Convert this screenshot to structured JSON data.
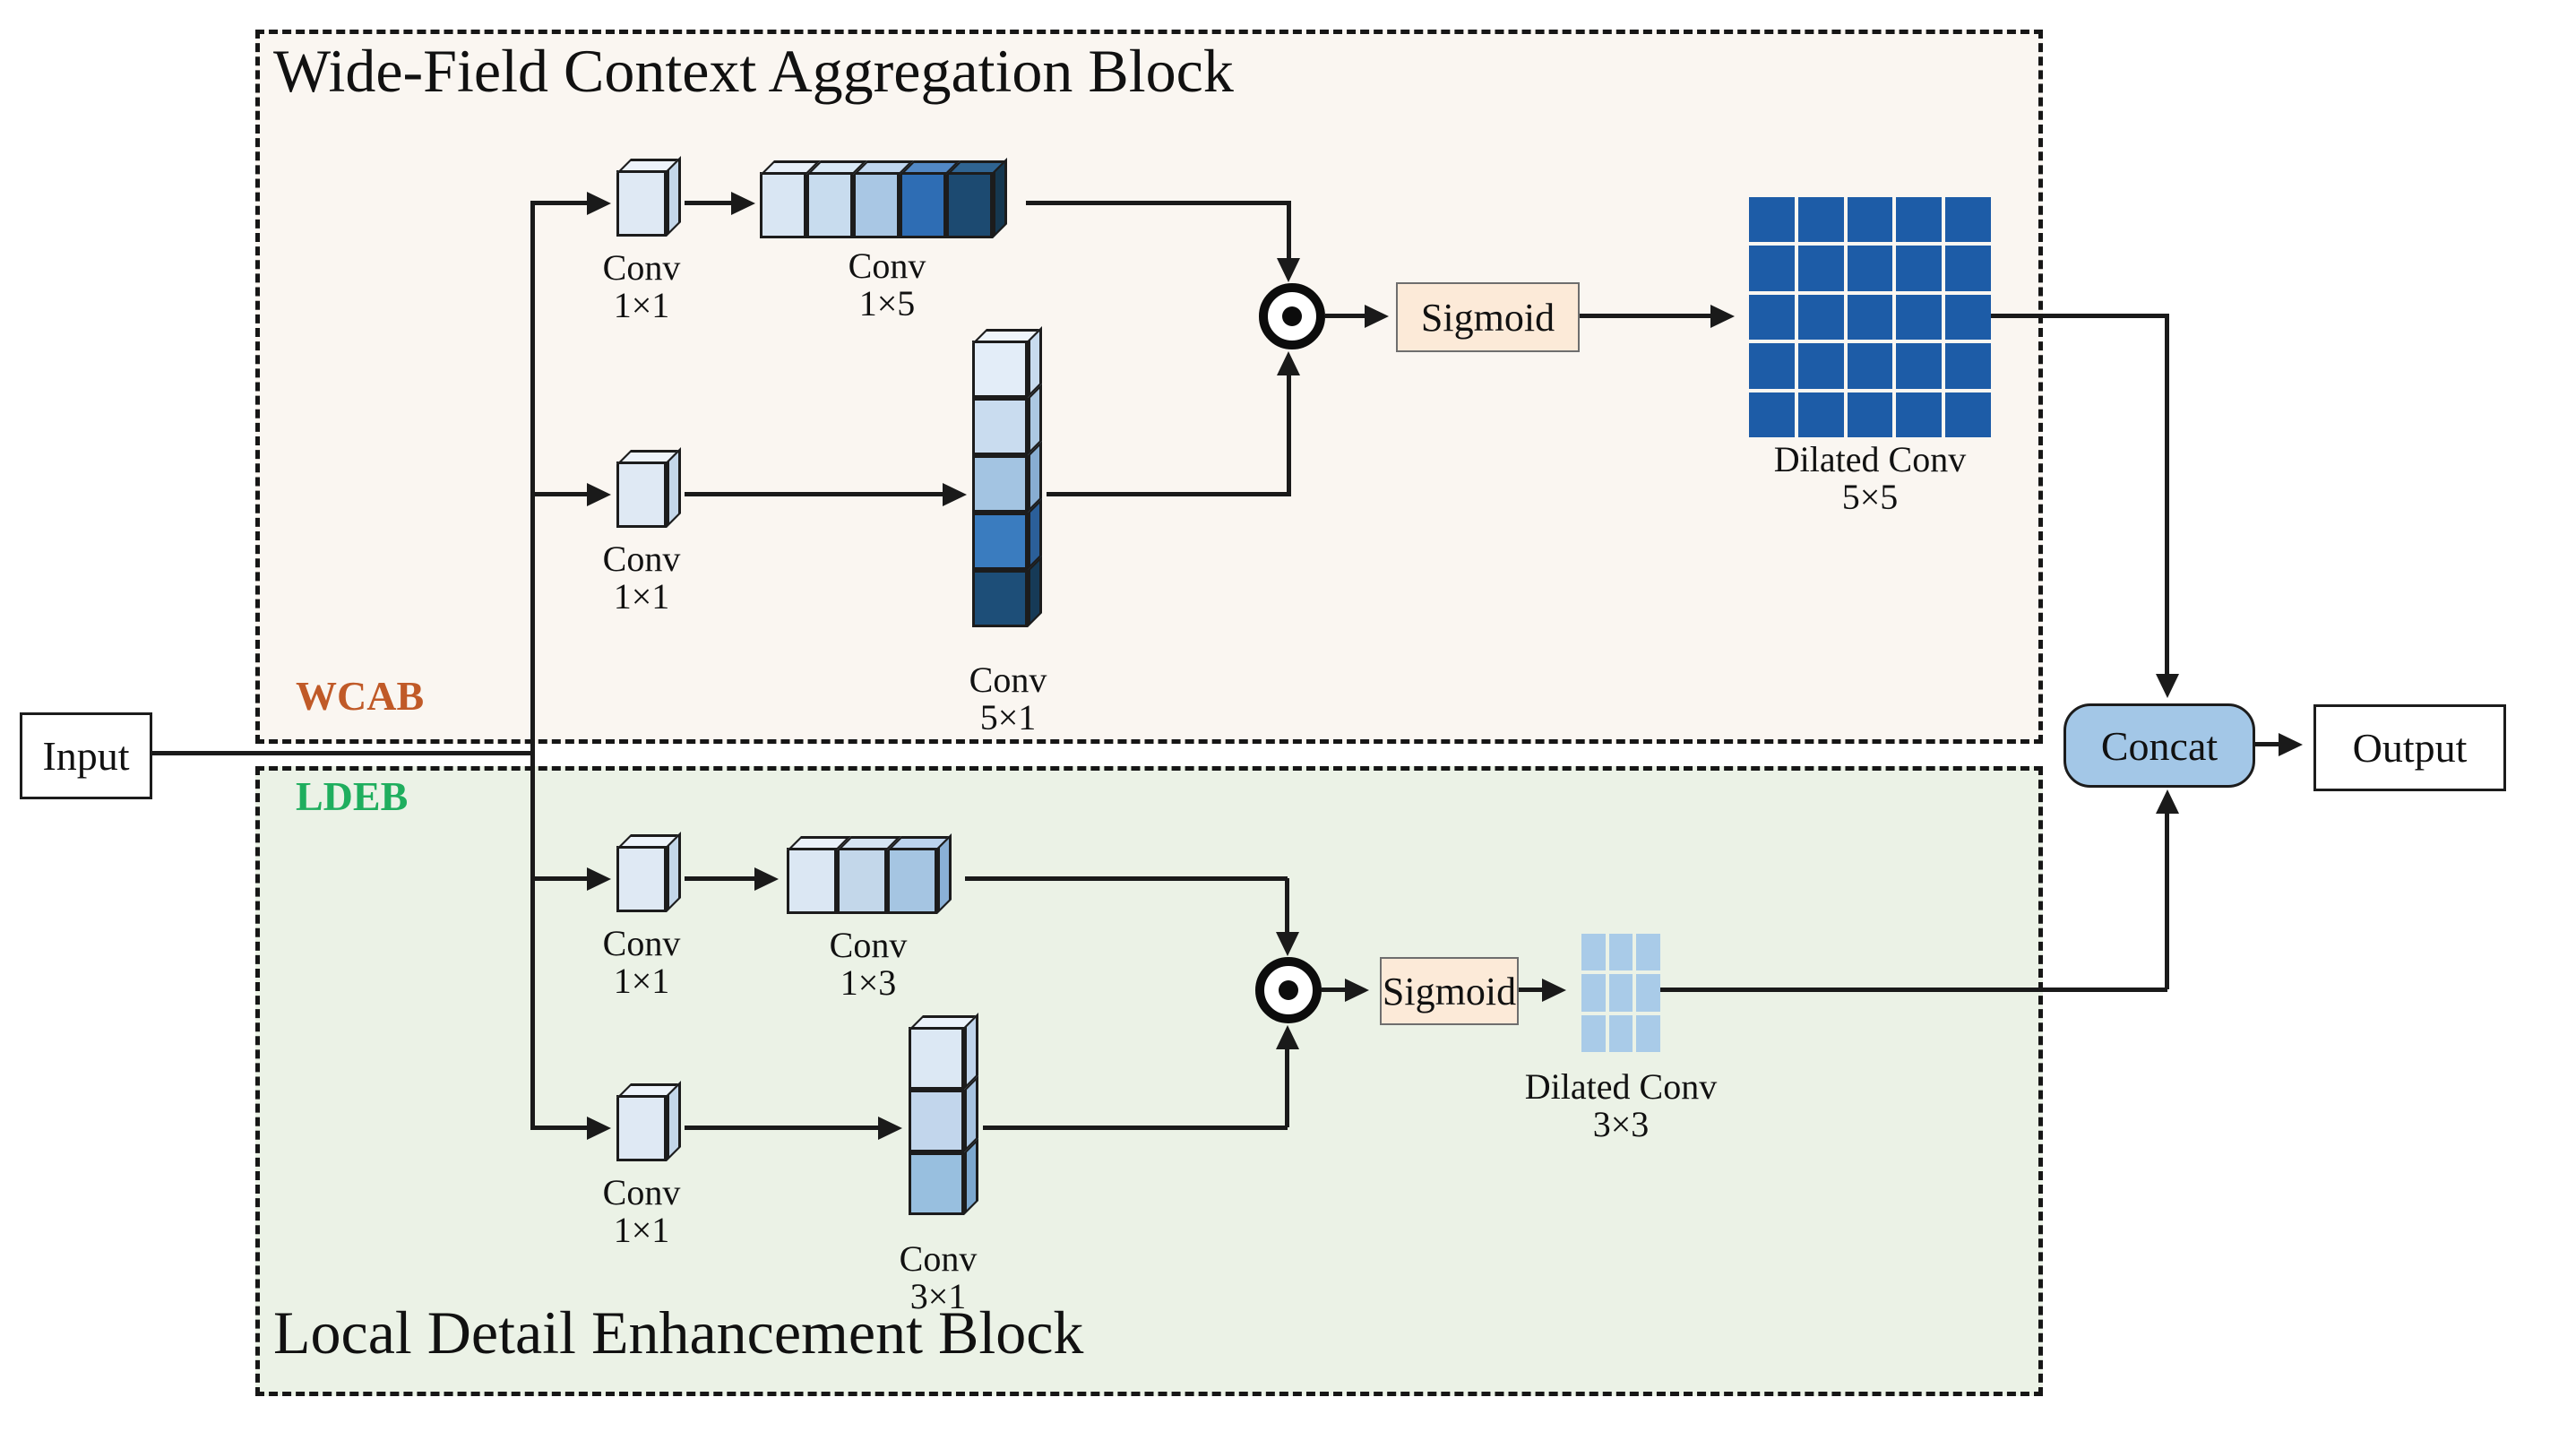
{
  "palette": {
    "line_color": "#1a1a1a",
    "wcab_bg": "#faf6f1",
    "ldeb_bg": "#ebf2e6",
    "wcab_tag_color": "#c05a28",
    "ldeb_tag_color": "#1fae5e",
    "sigmoid_bg": "#fcead8",
    "concat_bg": "#a3c7e7",
    "dilated_5x5_cell": "#1d5ca7",
    "dilated_3x3_cell": "#a9cbe8"
  },
  "icons": {
    "multiply": "circled-dot"
  },
  "io": {
    "input_label": "Input",
    "output_label": "Output",
    "concat_label": "Concat"
  },
  "wcab": {
    "title": "Wide-Field Context Aggregation Block",
    "tag": "WCAB",
    "sigmoid_label": "Sigmoid",
    "labels": {
      "conv1x1": [
        "Conv",
        "1×1"
      ],
      "conv1x5": [
        "Conv",
        "1×5"
      ],
      "conv5x1": [
        "Conv",
        "5×1"
      ],
      "dilated": [
        "Dilated Conv",
        "5×5"
      ]
    },
    "cubes": {
      "conv1x1": [
        {
          "f": "#dfe9f4",
          "t": "#edf3fa",
          "s": "#c3d6e9"
        }
      ],
      "conv1x5_row": [
        {
          "f": "#d9e6f3",
          "t": "#e8f0f9"
        },
        {
          "f": "#c8dcee",
          "t": "#d9e8f5"
        },
        {
          "f": "#a9c7e4",
          "t": "#c0d6ee"
        },
        {
          "f": "#2e6db4",
          "t": "#5288c5"
        },
        {
          "f": "#1c4a71",
          "t": "#2f6492",
          "s": "#15374f"
        }
      ],
      "conv5x1_col": [
        {
          "f": "#e3edf8",
          "t": "#eff5fb",
          "s": "#c8dbee"
        },
        {
          "f": "#c9dcef",
          "s": "#acc8e2"
        },
        {
          "f": "#a3c4e2",
          "s": "#88add2"
        },
        {
          "f": "#3a7cbf",
          "s": "#2b5f99"
        },
        {
          "f": "#1d4e78",
          "s": "#163a57"
        }
      ]
    },
    "dilated_grid": {
      "rows": 5,
      "cols": 5,
      "color": "#1d5ca7"
    }
  },
  "ldeb": {
    "title": "Local Detail Enhancement Block",
    "tag": "LDEB",
    "sigmoid_label": "Sigmoid",
    "labels": {
      "conv1x1": [
        "Conv",
        "1×1"
      ],
      "conv1x3": [
        "Conv",
        "1×3"
      ],
      "conv3x1": [
        "Conv",
        "3×1"
      ],
      "dilated": [
        "Dilated Conv",
        "3×3"
      ]
    },
    "cubes": {
      "conv1x1": [
        {
          "f": "#dfe9f4",
          "t": "#edf3fa",
          "s": "#c3d6e9"
        }
      ],
      "conv1x3_row": [
        {
          "f": "#dbe7f3",
          "t": "#eaf1f9"
        },
        {
          "f": "#c3d7ea",
          "t": "#d6e5f3"
        },
        {
          "f": "#a5c5e2",
          "t": "#bcd3ed",
          "s": "#8ab0d6"
        }
      ],
      "conv3x1_col": [
        {
          "f": "#dce8f4",
          "t": "#ebf2fa",
          "s": "#bfd4ea"
        },
        {
          "f": "#c2d6ec",
          "s": "#a6c3e0"
        },
        {
          "f": "#98bfdf",
          "s": "#7ca8cf"
        }
      ]
    },
    "dilated_grid": {
      "rows": 3,
      "cols": 3,
      "color": "#a9cbe8"
    }
  }
}
